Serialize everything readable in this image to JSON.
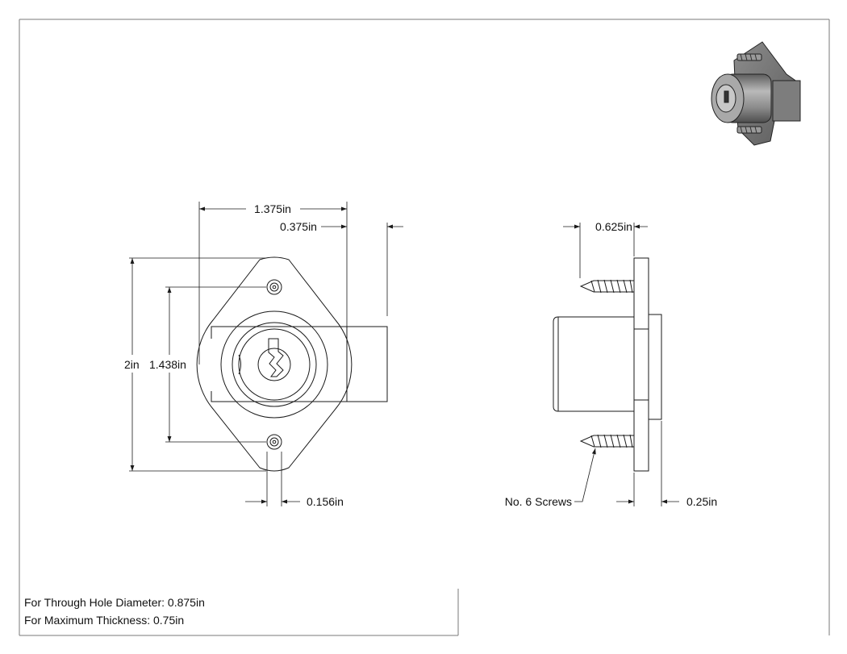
{
  "dimensions": {
    "width_overall": "1.375in",
    "offset": "0.375in",
    "height_overall": "2in",
    "screw_spacing": "1.438in",
    "screw_hole_diameter": "0.156in",
    "cylinder_projection": "0.625in",
    "flange_thickness": "0.25in"
  },
  "callouts": {
    "screws": "No. 6 Screws"
  },
  "notes": {
    "through_hole": "For Through Hole Diameter: 0.875in",
    "max_thickness": "For Maximum Thickness: 0.75in"
  },
  "colors": {
    "line": "#1a1a1a",
    "frame": "#7a7a7a",
    "iso_body": "#8d8d8d"
  }
}
